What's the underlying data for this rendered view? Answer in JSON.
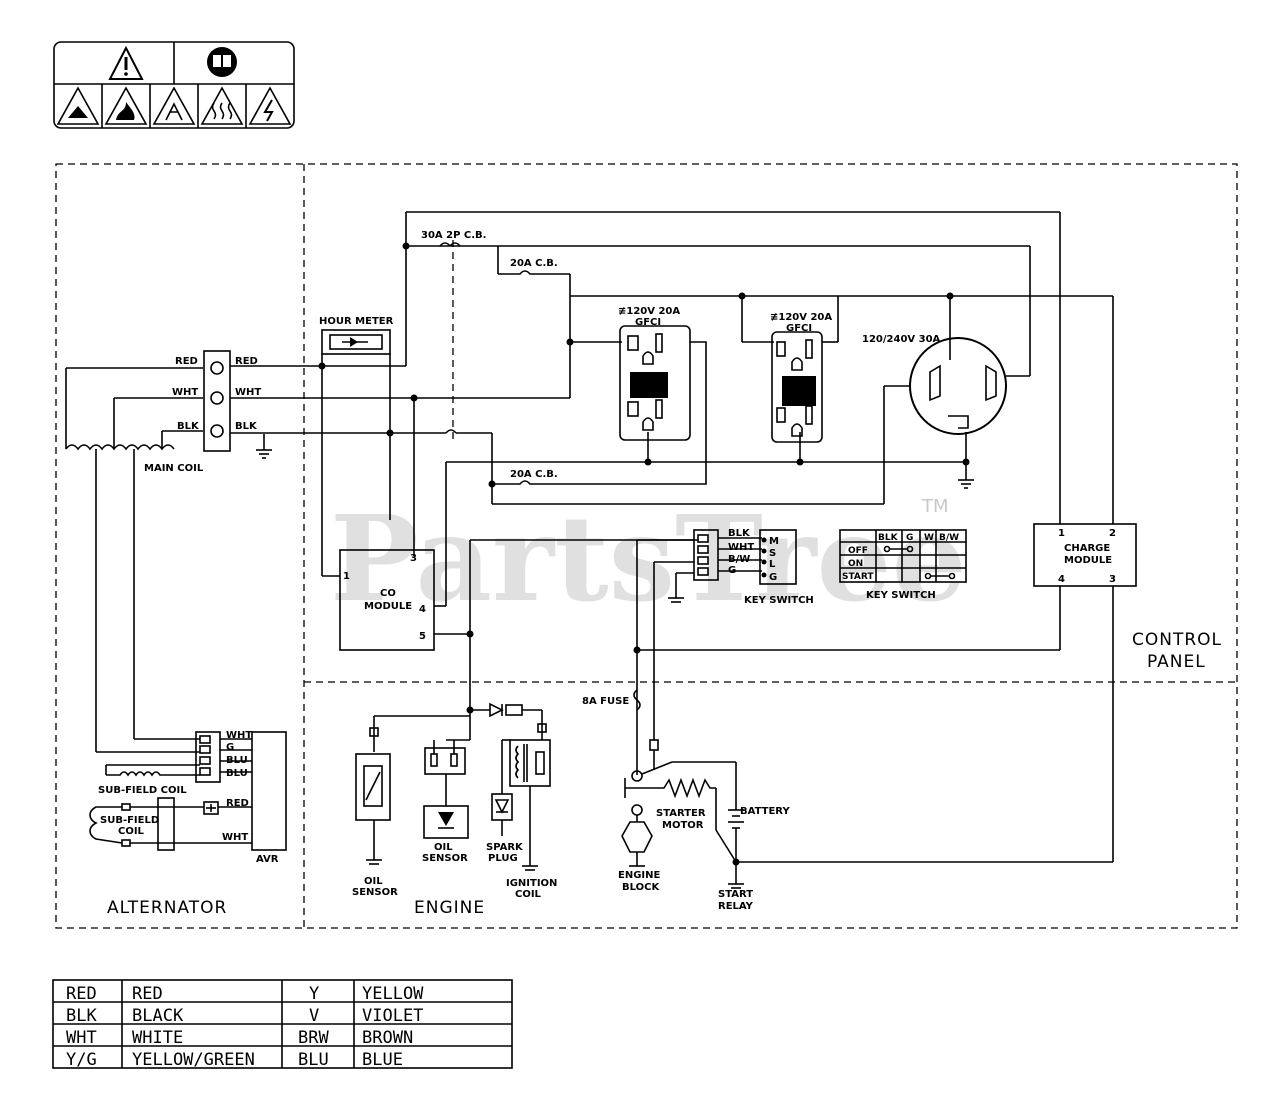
{
  "watermark": {
    "text": "PartsTree",
    "tm": "TM"
  },
  "sections": {
    "alternator": "ALTERNATOR",
    "engine": "ENGINE",
    "control_panel_1": "CONTROL",
    "control_panel_2": "PANEL"
  },
  "labels": {
    "cb_30a": "30A 2P C.B.",
    "cb_20a_top": "20A C.B.",
    "cb_20a_bottom": "20A C.B.",
    "hour_meter": "HOUR METER",
    "gfci1_a": "≢120V 20A",
    "gfci1_b": "GFCI",
    "gfci2_a": "≢120V 20A",
    "gfci2_b": "GFCI",
    "outlet_240": "120/240V 30A",
    "main_coil": "MAIN COIL",
    "red_l": "RED",
    "red_r": "RED",
    "wht_l": "WHT",
    "wht_r": "WHT",
    "blk_l": "BLK",
    "blk_r": "BLK",
    "co_module_1": "CO",
    "co_module_2": "MODULE",
    "co_pin1": "1",
    "co_pin3": "3",
    "co_pin4": "4",
    "co_pin5": "5",
    "ks_blk": "BLK",
    "ks_wht": "WHT",
    "ks_bw": "B/W",
    "ks_g": "G",
    "ks_m": "M",
    "ks_s": "S",
    "ks_l": "L",
    "ks_gg": "G",
    "key_switch_1": "KEY SWITCH",
    "key_switch_2": "KEY SWITCH",
    "charge_1": "CHARGE",
    "charge_2": "MODULE",
    "cm_pin1": "1",
    "cm_pin2": "2",
    "cm_pin3": "3",
    "cm_pin4": "4",
    "fuse": "8A FUSE",
    "starter_1": "STARTER",
    "starter_2": "MOTOR",
    "battery": "BATTERY",
    "engine_block_1": "ENGINE",
    "engine_block_2": "BLOCK",
    "start_relay_1": "START",
    "start_relay_2": "RELAY",
    "oil1_1": "OIL",
    "oil1_2": "SENSOR",
    "oil2_1": "OIL",
    "oil2_2": "SENSOR",
    "spark_1": "SPARK",
    "spark_2": "PLUG",
    "ign_1": "IGNITION",
    "ign_2": "COIL",
    "avr_wht": "WHT",
    "avr_g": "G",
    "avr_blu1": "BLU",
    "avr_blu2": "BLU",
    "avr_red": "RED",
    "avr_wht2": "WHT",
    "avr": "AVR",
    "subfield_1": "SUB-FIELD COIL",
    "subfield_2a": "SUB-FIELD",
    "subfield_2b": "COIL"
  },
  "key_table": {
    "headers": [
      "",
      "BLK",
      "G",
      "W",
      "B/W"
    ],
    "rows": [
      "OFF",
      "ON",
      "START"
    ]
  },
  "legend": [
    [
      "RED",
      "RED",
      "Y",
      "YELLOW"
    ],
    [
      "BLK",
      "BLACK",
      "V",
      "VIOLET"
    ],
    [
      "WHT",
      "WHITE",
      "BRW",
      "BROWN"
    ],
    [
      "Y/G",
      "YELLOW/GREEN",
      "BLU",
      "BLUE"
    ]
  ]
}
